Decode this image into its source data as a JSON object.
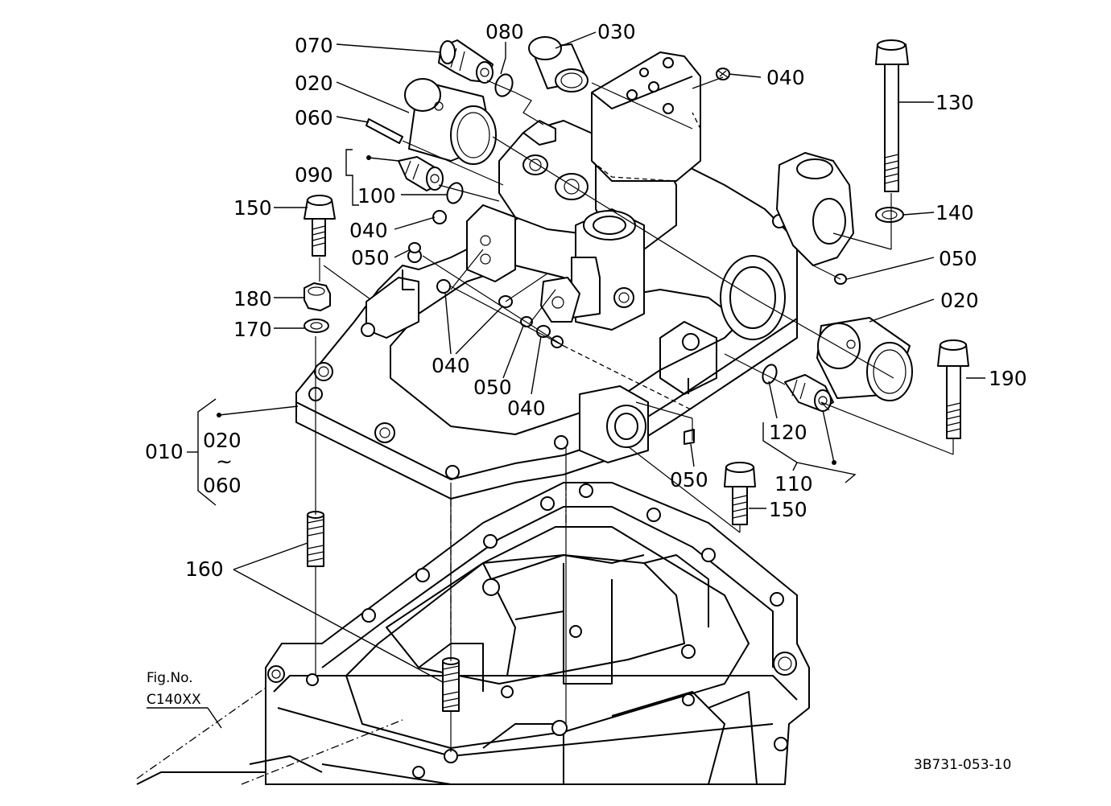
{
  "diagram": {
    "callouts": [
      {
        "id": "c070",
        "text": "070"
      },
      {
        "id": "c080",
        "text": "080"
      },
      {
        "id": "c030",
        "text": "030"
      },
      {
        "id": "c040a",
        "text": "040"
      },
      {
        "id": "c020a",
        "text": "020"
      },
      {
        "id": "c060",
        "text": "060"
      },
      {
        "id": "c130",
        "text": "130"
      },
      {
        "id": "c090",
        "text": "090"
      },
      {
        "id": "c100",
        "text": "100"
      },
      {
        "id": "c150a",
        "text": "150"
      },
      {
        "id": "c040b",
        "text": "040"
      },
      {
        "id": "c140",
        "text": "140"
      },
      {
        "id": "c050a",
        "text": "050"
      },
      {
        "id": "c050b",
        "text": "050"
      },
      {
        "id": "c180",
        "text": "180"
      },
      {
        "id": "c020b",
        "text": "020"
      },
      {
        "id": "c170",
        "text": "170"
      },
      {
        "id": "c040c",
        "text": "040"
      },
      {
        "id": "c190",
        "text": "190"
      },
      {
        "id": "c050c",
        "text": "050"
      },
      {
        "id": "c040d",
        "text": "040"
      },
      {
        "id": "c010",
        "text": "010"
      },
      {
        "id": "c020c",
        "text": "020"
      },
      {
        "id": "ctilde",
        "text": "~"
      },
      {
        "id": "c060b",
        "text": "060"
      },
      {
        "id": "c120",
        "text": "120"
      },
      {
        "id": "c050d",
        "text": "050"
      },
      {
        "id": "c110",
        "text": "110"
      },
      {
        "id": "c150b",
        "text": "150"
      },
      {
        "id": "c160",
        "text": "160"
      }
    ],
    "fig_label": "Fig.No.",
    "fig_number": "C140XX",
    "drawing_code": "3B731-053-10"
  }
}
